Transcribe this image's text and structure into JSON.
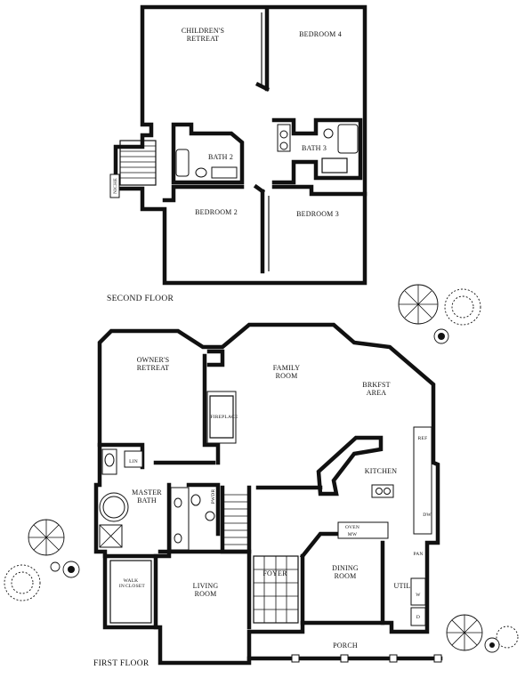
{
  "floors": {
    "second": {
      "label": "SECOND FLOOR",
      "rooms": {
        "childrens_retreat": [
          "CHILDREN'S",
          "RETREAT"
        ],
        "bedroom4": "BEDROOM 4",
        "bath2": "BATH 2",
        "bath3": "BATH 3",
        "bedroom2": "BEDROOM 2",
        "bedroom3": "BEDROOM 3",
        "niche": "NICHE"
      }
    },
    "first": {
      "label": "FIRST FLOOR",
      "rooms": {
        "owners_retreat": [
          "OWNER'S",
          "RETREAT"
        ],
        "family_room": [
          "FAMILY",
          "ROOM"
        ],
        "brkfst_area": [
          "BRKFST",
          "AREA"
        ],
        "fireplace": "FIREPLACE",
        "kitchen": "KITCHEN",
        "master_bath": [
          "MASTER",
          "BATH"
        ],
        "lin": "LIN",
        "pwdr": "PWDR",
        "oven_mw": [
          "OVEN",
          "MW"
        ],
        "ref": "REF",
        "dw": "DW",
        "pan": "PAN",
        "walk_in_closet": [
          "WALK",
          "IN",
          "CLOSET"
        ],
        "living_room": [
          "LIVING",
          "ROOM"
        ],
        "foyer": "FOYER",
        "dining_room": [
          "DINING",
          "ROOM"
        ],
        "util": "UTIL",
        "w": "W",
        "d": "D",
        "porch": "PORCH"
      }
    }
  }
}
